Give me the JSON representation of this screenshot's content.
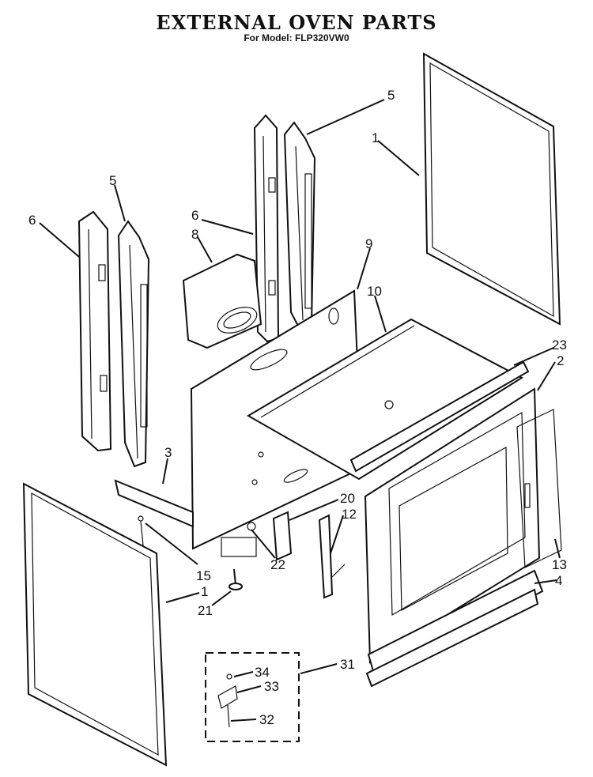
{
  "title": "EXTERNAL OVEN PARTS",
  "subtitle": "For Model: FLP320VW0",
  "callouts": [
    "1",
    "5",
    "6",
    "8",
    "5",
    "6",
    "9",
    "10",
    "23",
    "2",
    "3",
    "20",
    "12",
    "22",
    "15",
    "1",
    "21",
    "13",
    "4",
    "31",
    "34",
    "33",
    "32"
  ]
}
